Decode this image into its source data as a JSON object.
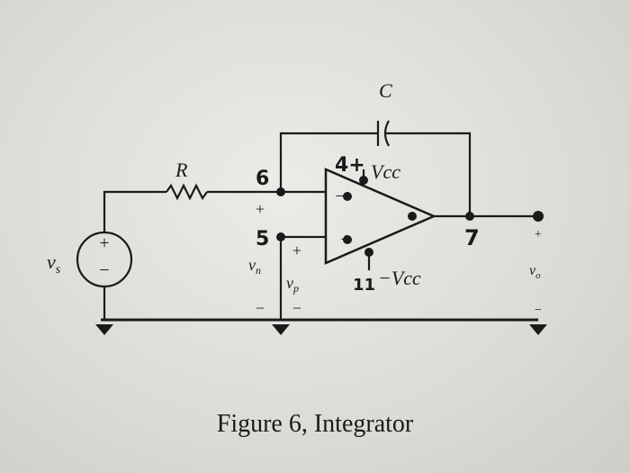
{
  "labels": {
    "capacitor": "C",
    "resistor": "R",
    "source": "v",
    "source_sub": "s",
    "vn": "v",
    "vn_sub": "n",
    "vp": "v",
    "vp_sub": "p",
    "vo": "v",
    "vo_sub": "o",
    "pos_supply": "Vcc",
    "neg_supply": "−Vcc",
    "pin_pos_supply": "4+",
    "pin_inv": "6",
    "pin_noninv": "5",
    "pin_out": "7",
    "pin_neg_supply": "11",
    "minus_sign": "−",
    "plus_sign": "+"
  },
  "caption": "Figure 6, Integrator"
}
